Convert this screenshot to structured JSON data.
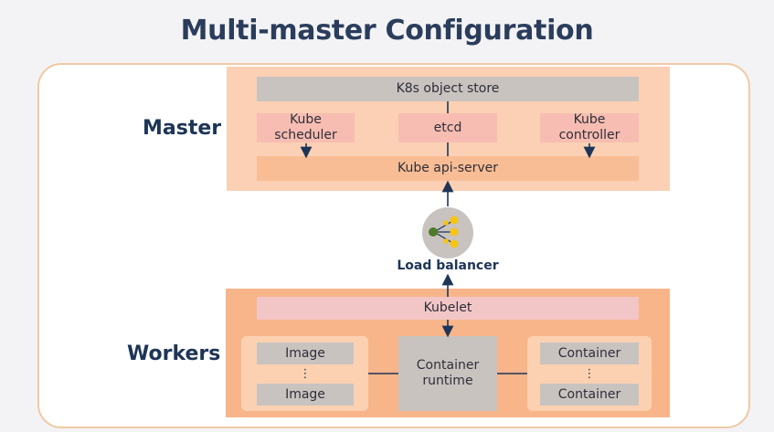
{
  "title": "Multi-master Configuration",
  "master": {
    "label": "Master",
    "object_store": "K8s object store",
    "scheduler": "Kube\nscheduler",
    "etcd": "etcd",
    "controller": "Kube\ncontroller",
    "api_server": "Kube api-server"
  },
  "load_balancer": {
    "label": "Load balancer",
    "icon": "load-balancer-icon"
  },
  "workers": {
    "label": "Workers",
    "kubelet": "Kubelet",
    "image_top": "Image",
    "image_bottom": "Image",
    "container_runtime": "Container\nruntime",
    "container_top": "Container",
    "container_bottom": "Container",
    "ellipsis": "⋮"
  },
  "colors": {
    "title": "#2b3d5c",
    "master_panel": "#fbd0b4",
    "workers_panel": "#f8b58a",
    "gray_box": "#c9c3c0",
    "connector": "#1e3557"
  }
}
